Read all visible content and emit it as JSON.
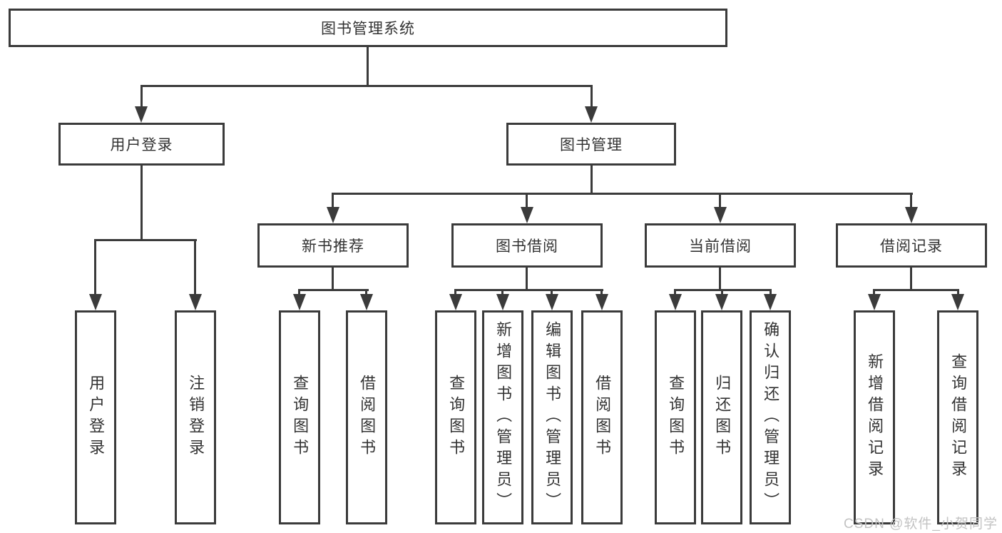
{
  "tree": {
    "root": "图书管理系统",
    "level2": [
      "用户登录",
      "图书管理"
    ],
    "level3": [
      "新书推荐",
      "图书借阅",
      "当前借阅",
      "借阅记录"
    ],
    "leaves": {
      "user_login": [
        "用户登录",
        "注销登录"
      ],
      "new_book_recommend": [
        "查询图书",
        "借阅图书"
      ],
      "book_borrow": [
        "查询图书",
        "新增图书（管理员）",
        "编辑图书（管理员）",
        "借阅图书"
      ],
      "current_borrow": [
        "查询图书",
        "归还图书",
        "确认归还（管理员）"
      ],
      "borrow_record": [
        "新增借阅记录",
        "查询借阅记录"
      ]
    }
  },
  "watermark": "CSDN @软件_小贺同学",
  "colors": {
    "line": "#3b3b3b",
    "text": "#333333",
    "watermark": "#c3c3c3"
  }
}
